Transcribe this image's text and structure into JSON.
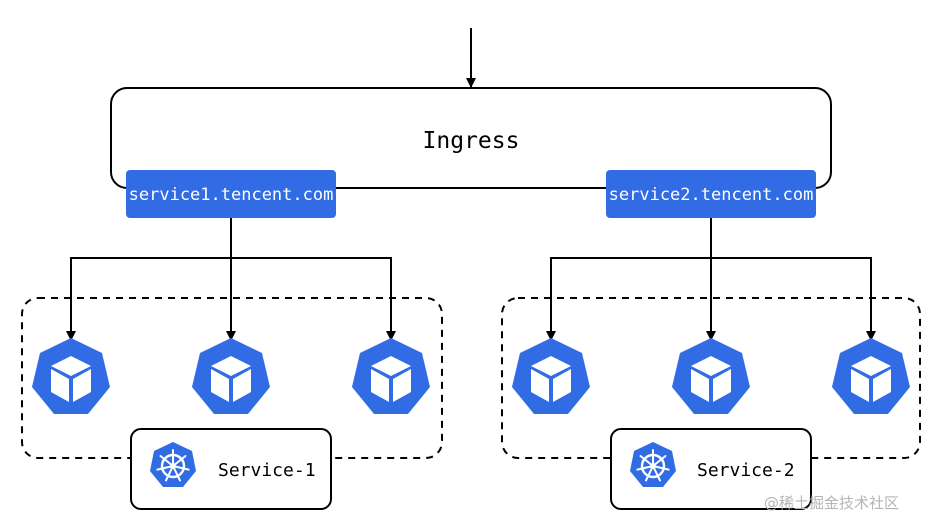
{
  "ingress": {
    "title": "Ingress"
  },
  "hosts": [
    {
      "label": "service1.tencent.com"
    },
    {
      "label": "service2.tencent.com"
    }
  ],
  "services": [
    {
      "label": "Service-1",
      "pod_count": 3
    },
    {
      "label": "Service-2",
      "pod_count": 3
    }
  ],
  "icons": {
    "pod": "pod-cube-icon",
    "service": "kubernetes-helm-icon"
  },
  "colors": {
    "accent": "#326CE5",
    "line": "#000000",
    "background": "#FFFFFF"
  },
  "watermark": "@稀土掘金技术社区"
}
